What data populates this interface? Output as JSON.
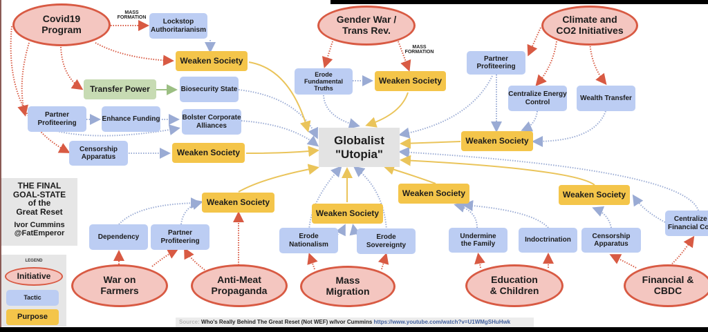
{
  "diagram": {
    "center": {
      "line1": "Globalist",
      "line2": "\"Utopia\""
    },
    "annotations": {
      "mass_formation_1": "MASS\nFORMATION",
      "mass_formation_2": "MASS\nFORMATION"
    },
    "initiatives": {
      "covid": {
        "line1": "Covid19",
        "line2": "Program"
      },
      "gender": {
        "line1": "Gender  War /",
        "line2": "Trans Rev."
      },
      "climate": {
        "line1": "Climate and",
        "line2": "CO2 Initiatives"
      },
      "farmers": {
        "line1": "War on",
        "line2": "Farmers"
      },
      "meat": {
        "line1": "Anti-Meat",
        "line2": "Propaganda"
      },
      "migration": {
        "line1": "Mass",
        "line2": "Migration"
      },
      "education": {
        "line1": "Education",
        "line2": "& Children"
      },
      "financial": {
        "line1": "Financial &",
        "line2": "CBDC"
      }
    },
    "tactics": {
      "lockstop": {
        "line1": "Lockstop",
        "line2": "Authoritarianism"
      },
      "transfer_power": "Transfer Power",
      "biosecurity": "Biosecurity State",
      "partner_covid": {
        "line1": "Partner",
        "line2": "Profiteering"
      },
      "enhance_funding": "Enhance Funding",
      "bolster": {
        "line1": "Bolster Corporate",
        "line2": "Alliances"
      },
      "censorship_covid": {
        "line1": "Censorship",
        "line2": "Apparatus"
      },
      "erode_truths": {
        "line1": "Erode",
        "line2": "Fundamental",
        "line3": "Truths"
      },
      "partner_climate": {
        "line1": "Partner",
        "line2": "Profiteering"
      },
      "centralize_energy": {
        "line1": "Centralize Energy",
        "line2": "Control"
      },
      "wealth_transfer": "Wealth Transfer",
      "dependency": "Dependency",
      "partner_farm": {
        "line1": "Partner",
        "line2": "Profiteering"
      },
      "erode_nationalism": {
        "line1": "Erode",
        "line2": "Nationalism"
      },
      "erode_sovereignty": {
        "line1": "Erode",
        "line2": "Sovereignty"
      },
      "undermine_family": {
        "line1": "Undermine",
        "line2": "the Family"
      },
      "indoctrination": "Indoctrination",
      "censorship_edu": {
        "line1": "Censorship",
        "line2": "Apparatus"
      },
      "centralize_financial": {
        "line1": "Centralize",
        "line2": "Financial Con"
      }
    },
    "purposes": {
      "label": "Weaken Society"
    }
  },
  "title_box": {
    "lines": [
      "THE FINAL",
      "GOAL-STATE",
      "of the",
      "Great Reset"
    ],
    "author": "Ivor Cummins",
    "handle": "@FatEmperor"
  },
  "legend": {
    "title": "LEGEND",
    "initiative": "Initiative",
    "tactic": "Tactic",
    "purpose": "Purpose"
  },
  "source": {
    "prefix": "Source:",
    "text": "Who's Really Behind The Great Reset (Not WEF) w/Ivor Cummins",
    "url": "https://www.youtube.com/watch?v=U1WMgSHuHwk"
  },
  "colors": {
    "initiative_fill": "#f4c6c0",
    "initiative_border": "#d85a43",
    "tactic": "#bccdf3",
    "purpose": "#f4c54a",
    "transfer_power": "#c7dbb3",
    "center": "#e3e3e3",
    "link_red": "#d85a43",
    "link_blue": "#9aabd4",
    "link_yellow": "#eac45a"
  }
}
